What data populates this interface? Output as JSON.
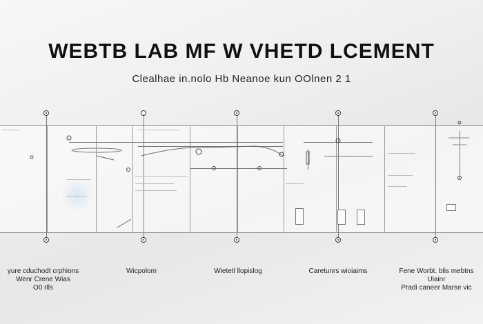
{
  "header": {
    "title": "WEBTB LAB MF W VHETD LCEMENT",
    "subtitle": "Clealhae in.nolo Hb Neanoe kun OOlnen 2 1"
  },
  "captions": [
    {
      "line1": "yure cduchodt crphions",
      "line2": "Wenr Crene Wias",
      "line3": "O0 rlls"
    },
    {
      "line1": "Wicpolom",
      "line2": "",
      "line3": ""
    },
    {
      "line1": "Wietetl llopislog",
      "line2": "",
      "line3": ""
    },
    {
      "line1": "Caretunrs wioiaims",
      "line2": "",
      "line3": ""
    },
    {
      "line1": "Fene Worbt. blis mebtns Ulainr",
      "line2": "Pradi caneer Marse vic",
      "line3": ""
    }
  ],
  "colors": {
    "line": "#7a7a7a",
    "text": "#151515"
  }
}
